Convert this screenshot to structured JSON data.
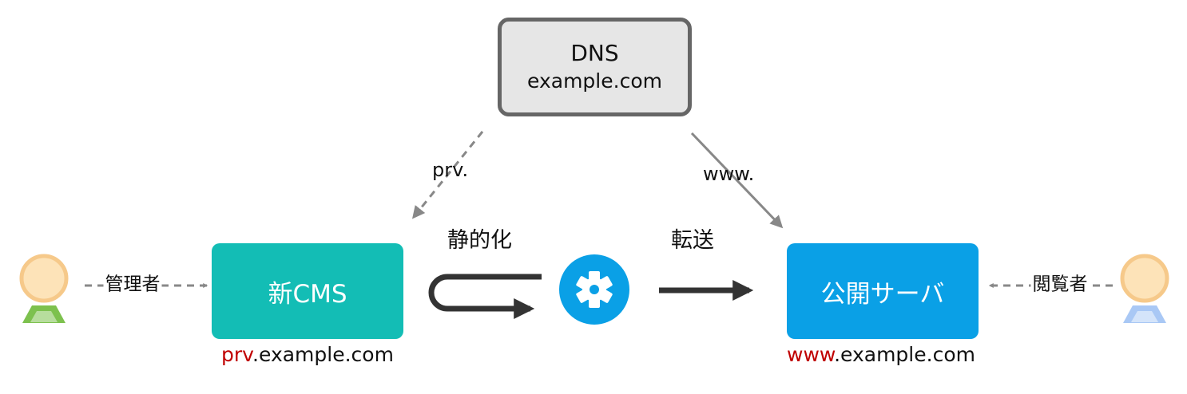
{
  "dns": {
    "title": "DNS",
    "domain": "example.com"
  },
  "edges": {
    "prv": "prv.",
    "www": "www."
  },
  "cms": {
    "label": "新CMS",
    "host_sub": "prv",
    "host_rest": ".example.com"
  },
  "public_server": {
    "label": "公開サーバ",
    "host_sub": "www",
    "host_rest": ".example.com"
  },
  "steps": {
    "static": "静的化",
    "transfer": "転送"
  },
  "actors": {
    "admin": "管理者",
    "viewer": "閲覧者"
  },
  "icons": {
    "process": "gear-icon",
    "admin": "person-icon",
    "viewer": "person-icon"
  },
  "colors": {
    "cms": "#13bdb5",
    "public_server": "#0aa0e6",
    "dns_fill": "#e6e6e6",
    "dns_border": "#666666",
    "subdomain": "#c00000",
    "admin_body": "#7dc14e",
    "viewer_body": "#a9c8f5",
    "head": "#fde3b8",
    "head_border": "#f6c98a"
  }
}
